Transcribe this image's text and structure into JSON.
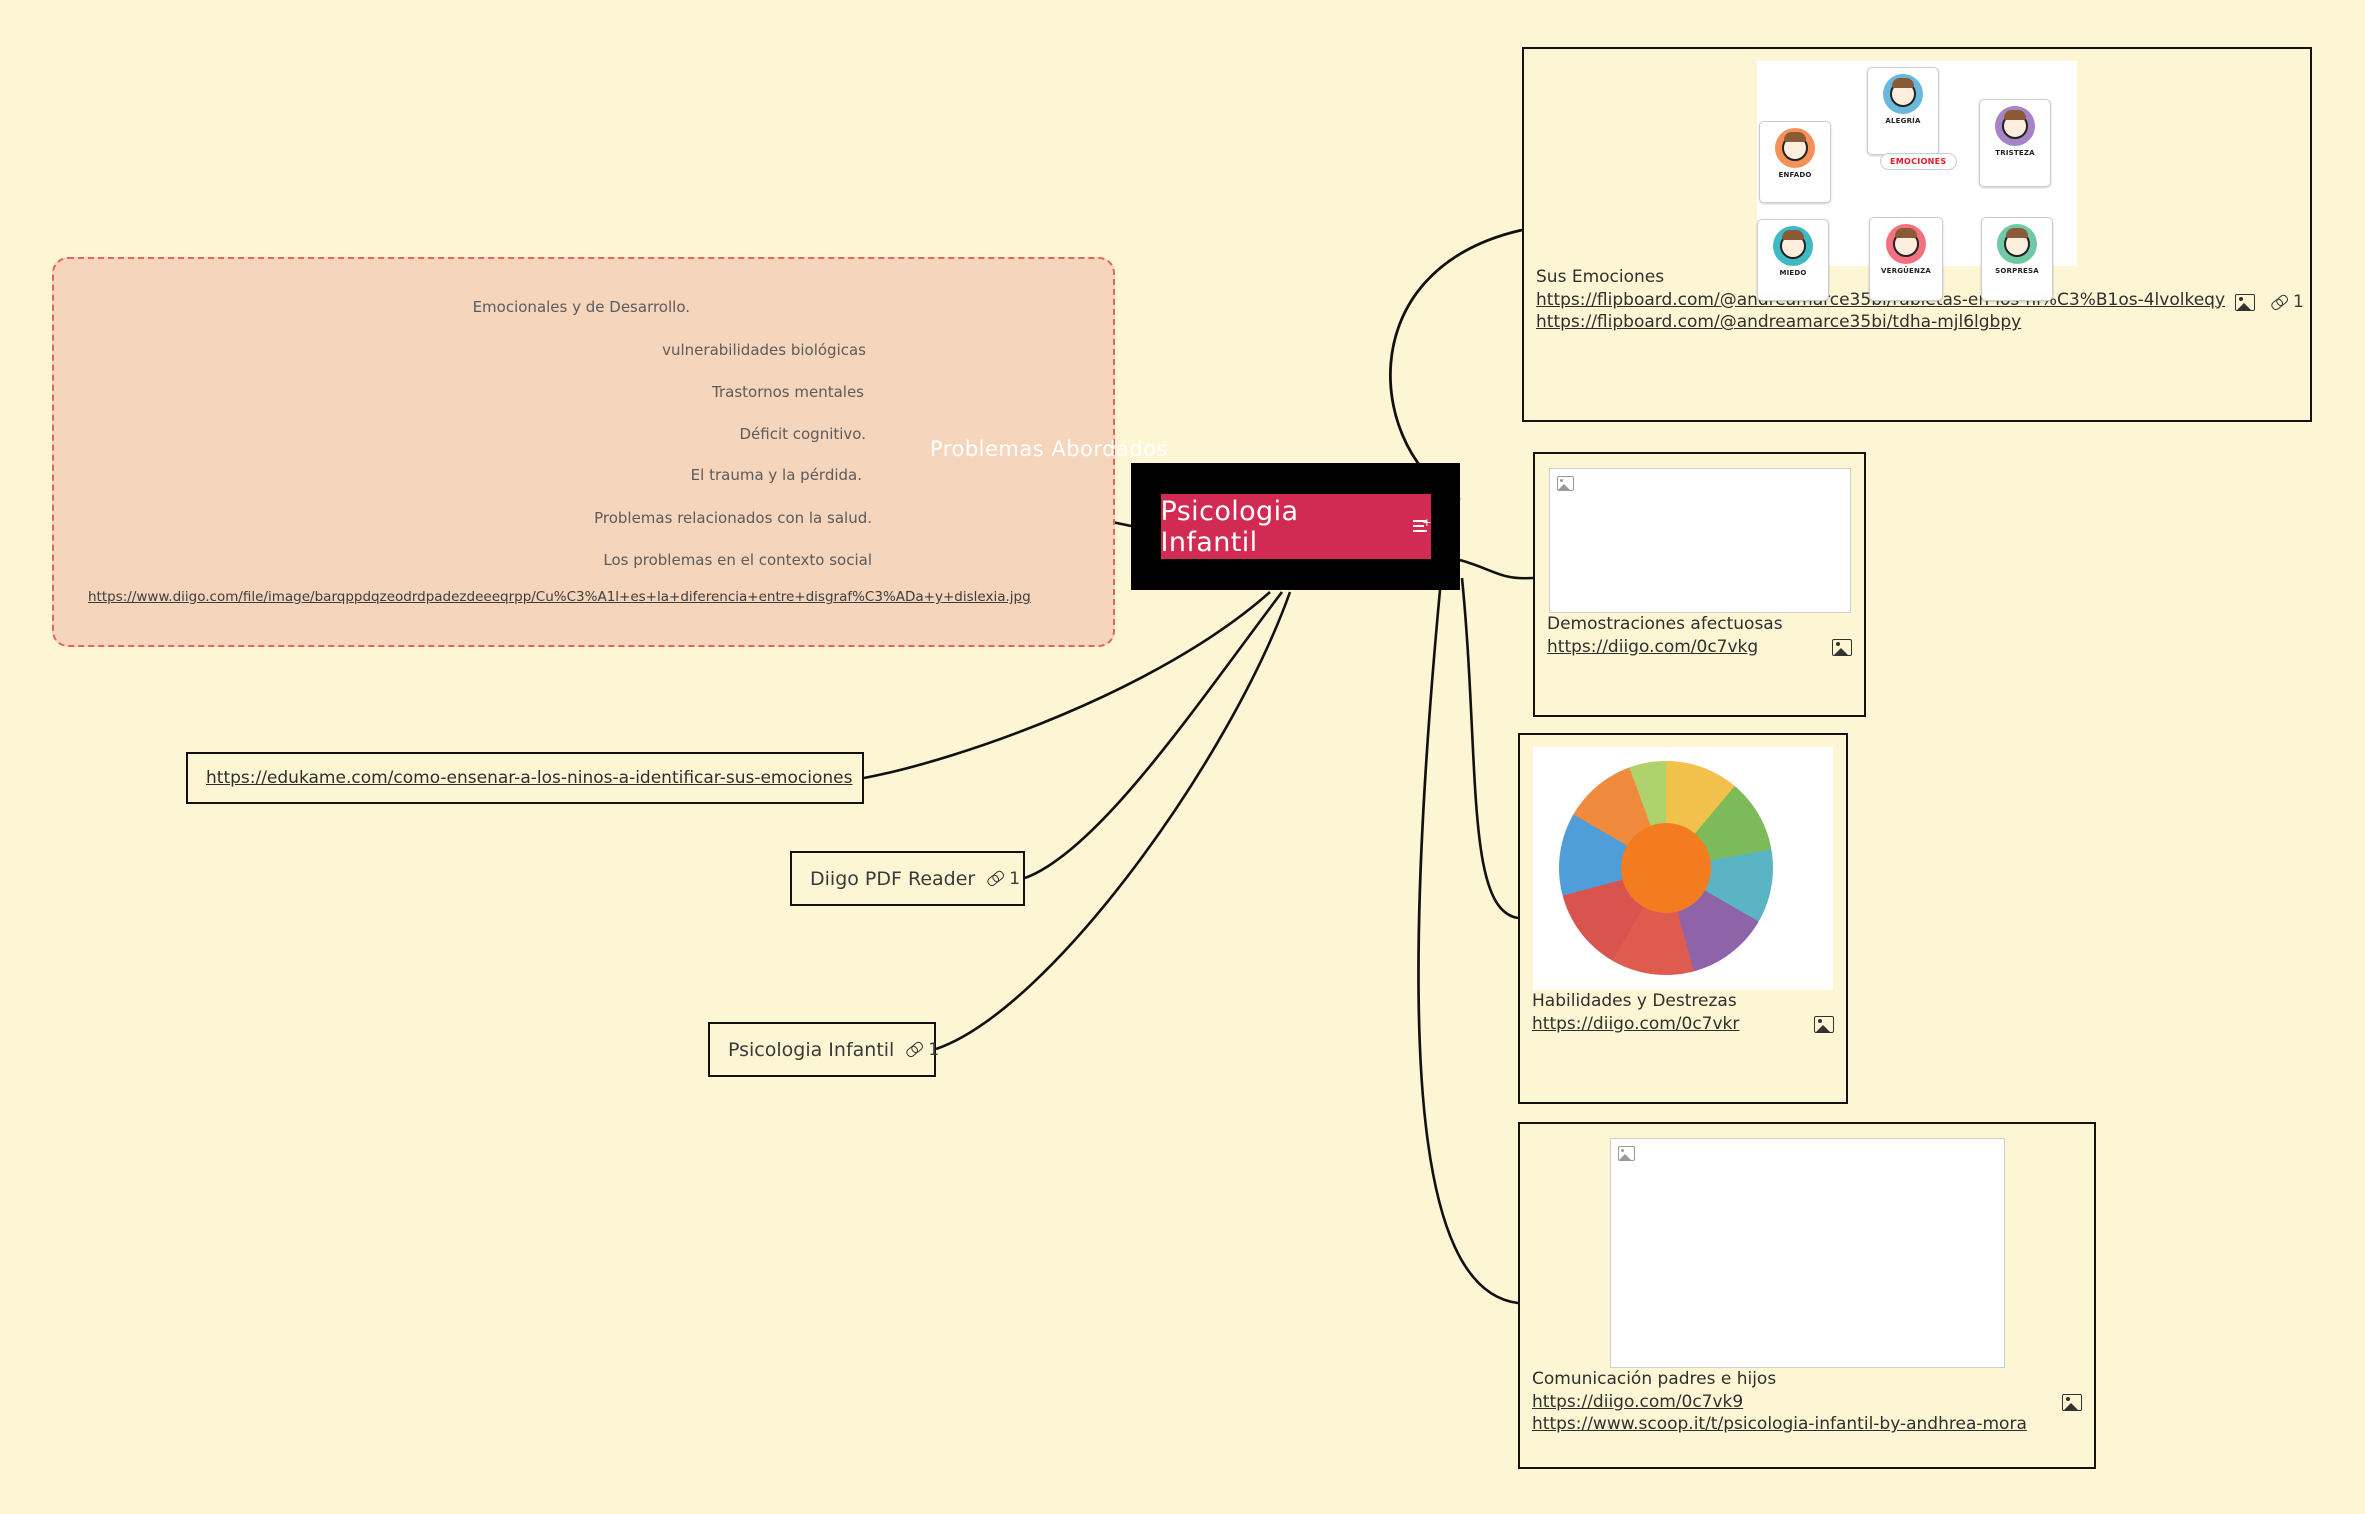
{
  "canvas": {
    "background": "#fcf6d4",
    "panel_fill": "#f6d5bd",
    "panel_border": "#e0675a",
    "central_fill": "#d12b53",
    "central_frame": "#000000"
  },
  "central": {
    "title": "Psicologia Infantil",
    "notes_icon": "notes-plus-icon"
  },
  "problems_panel": {
    "title": "Problemas Abordados",
    "items": [
      {
        "label": "Emocionales y de Desarrollo."
      },
      {
        "label": "vulnerabilidades biológicas"
      },
      {
        "label": "Trastornos mentales"
      },
      {
        "label": "Déficit cognitivo."
      },
      {
        "label": "El trauma y la pérdida."
      },
      {
        "label": "Problemas relacionados con la salud."
      },
      {
        "label": "Los problemas en el contexto social"
      }
    ],
    "attachment_url": "https://www.diigo.com/file/image/barqppdqzeodrdpadezdeeeqrpp/Cu%C3%A1l+es+la+diferencia+entre+disgraf%C3%ADa+y+dislexia.jpg"
  },
  "left_nodes": [
    {
      "name": "edukame-link-node",
      "text": "https://edukame.com/como-ensenar-a-los-ninos-a-identificar-sus-emociones",
      "is_link": true,
      "link_count": null
    },
    {
      "name": "diigo-pdf-reader-node",
      "text": "Diigo PDF Reader",
      "is_link": false,
      "link_count": "1"
    },
    {
      "name": "psicologia-infantil-node",
      "text": "Psicologia Infantil",
      "is_link": false,
      "link_count": "1"
    }
  ],
  "cards": [
    {
      "name": "sus-emociones-card",
      "caption": "Sus Emociones",
      "links": [
        "https://flipboard.com/@andreamarce35bi/rabietas-en-los-ni%C3%B1os-4lvolkeqy",
        "https://flipboard.com/@andreamarce35bi/tdha-mjl6lgbpy"
      ],
      "icons": [
        "image-icon",
        "chain-icon"
      ],
      "link_count": "1",
      "thumbnail": {
        "kind": "emotions-diagram",
        "center_label": "EMOCIONES",
        "emotions": [
          {
            "label": "ENFADO",
            "color": "#f59156"
          },
          {
            "label": "ALEGRÍA",
            "color": "#6ab9dd"
          },
          {
            "label": "TRISTEZA",
            "color": "#a islands"
          },
          {
            "label": "MIEDO",
            "color": "#3fb9c4"
          },
          {
            "label": "VERGÜENZA",
            "color": "#f2707f"
          },
          {
            "label": "SORPRESA",
            "color": "#6ec9a4"
          }
        ]
      }
    },
    {
      "name": "demostraciones-afectuosas-card",
      "caption": "Demostraciones afectuosas",
      "links": [
        "https://diigo.com/0c7vkg"
      ],
      "icons": [
        "image-icon"
      ],
      "link_count": null,
      "thumbnail": {
        "kind": "blank-placeholder"
      }
    },
    {
      "name": "habilidades-destrezas-card",
      "caption": "Habilidades y Destrezas",
      "links": [
        "https://diigo.com/0c7vkr"
      ],
      "icons": [
        "image-icon"
      ],
      "link_count": null,
      "thumbnail": {
        "kind": "color-wheel-kids"
      }
    },
    {
      "name": "comunicacion-padres-hijos-card",
      "caption": "Comunicación padres e hijos",
      "links": [
        "https://diigo.com/0c7vk9",
        "https://www.scoop.it/t/psicologia-infantil-by-andhrea-mora"
      ],
      "icons": [
        "image-icon"
      ],
      "link_count": null,
      "thumbnail": {
        "kind": "blank-placeholder"
      }
    }
  ]
}
